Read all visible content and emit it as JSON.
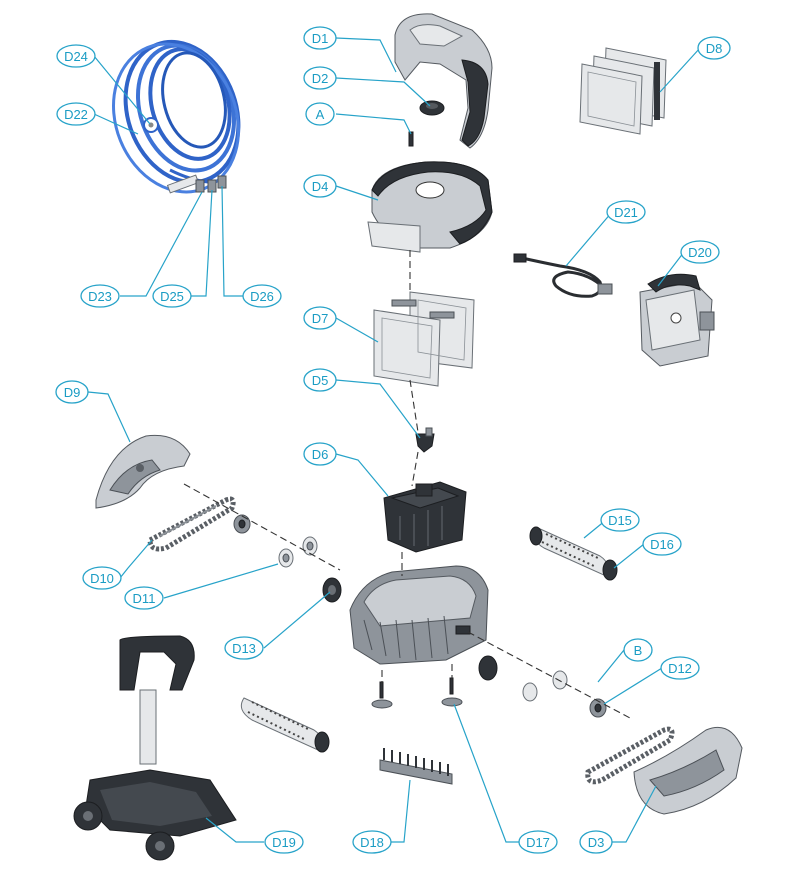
{
  "colors": {
    "label_accent": "#27a3c9",
    "cable_blue": "#2f63c8",
    "body_dark": "#2f3338",
    "body_grey": "#c9cdd2"
  },
  "labels": {
    "D1": "D1",
    "D2": "D2",
    "A": "A",
    "D4": "D4",
    "D7": "D7",
    "D5": "D5",
    "D6": "D6",
    "D8": "D8",
    "D21": "D21",
    "D20": "D20",
    "D24": "D24",
    "D22": "D22",
    "D23": "D23",
    "D25": "D25",
    "D26": "D26",
    "D9": "D9",
    "D10": "D10",
    "D11": "D11",
    "D13": "D13",
    "D15": "D15",
    "D16": "D16",
    "B": "B",
    "D12": "D12",
    "D19": "D19",
    "D18": "D18",
    "D17": "D17",
    "D3": "D3"
  }
}
